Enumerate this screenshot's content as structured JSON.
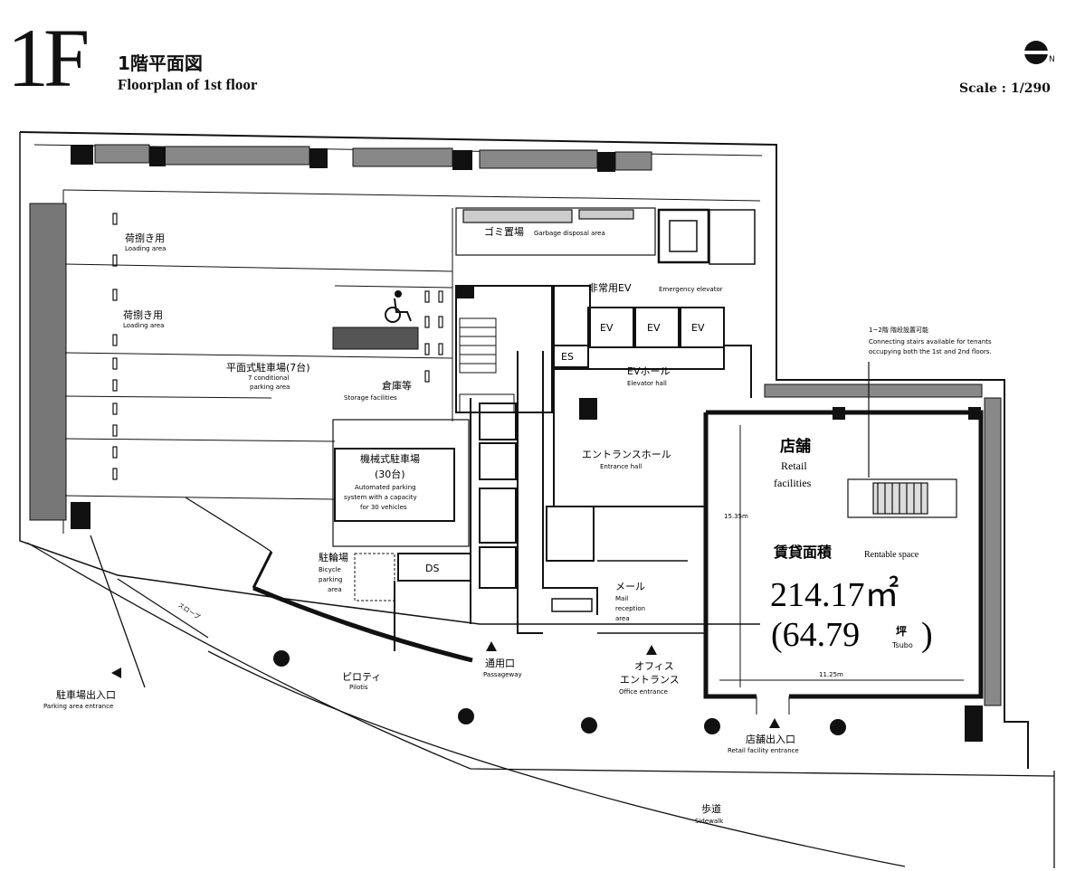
{
  "header": {
    "floor": "1F",
    "title_ja": "1階平面図",
    "title_en": "Floorplan of 1st floor",
    "scale": "Scale : 1/290"
  },
  "rooms": {
    "loading1_ja": "荷捌き用",
    "loading1_en": "Loading area",
    "loading2_ja": "荷捌き用",
    "loading2_en": "Loading area",
    "garbage_ja": "ゴミ置場",
    "garbage_en": "Garbage disposal area",
    "emergency_ev_ja": "非常用EV",
    "emergency_ev_en": "Emergency elevator",
    "ev": "EV",
    "es": "ES",
    "ev_hall_ja": "EVホール",
    "ev_hall_en": "Elevator hall",
    "parking_ja": "平面式駐車場(7台)",
    "parking_en1": "7 conditional",
    "parking_en2": "parking area",
    "storage_ja": "倉庫等",
    "storage_en": "Storage facilities",
    "auto_parking_ja1": "機械式駐車場",
    "auto_parking_ja2": "(30台)",
    "auto_parking_en1": "Automated parking",
    "auto_parking_en2": "system with a capacity",
    "auto_parking_en3": "for 30 vehicles",
    "entrance_hall_ja": "エントランスホール",
    "entrance_hall_en": "Entrance hall",
    "bicycle_ja": "駐輪場",
    "bicycle_en1": "Bicycle",
    "bicycle_en2": "parking",
    "bicycle_en3": "area",
    "ds": "DS",
    "mail_ja": "メール",
    "mail_en1": "Mail",
    "mail_en2": "reception",
    "mail_en3": "area",
    "retail_ja": "店舗",
    "retail_en1": "Retail",
    "retail_en2": "facilities",
    "connecting_ja": "1~2階 階段設置可能",
    "connecting_en1": "Connecting stairs available for tenants",
    "connecting_en2": "occupying both the 1st and 2nd floors.",
    "rentable_ja": "賃貸面積",
    "rentable_en": "Rentable space",
    "area_m2": "214.17㎡",
    "area_tsubo_open": "(64.79",
    "tsubo_ja": "坪",
    "tsubo_en": "Tsubo",
    "area_tsubo_close": ")",
    "dim_vertical": "15.35m",
    "dim_horizontal": "11.25m",
    "pilotis_ja": "ピロティ",
    "pilotis_en": "Pilotis",
    "passage_ja": "通用口",
    "passage_en": "Passageway",
    "office_ja1": "オフィス",
    "office_ja2": "エントランス",
    "office_en": "Office entrance",
    "retail_ent_ja": "店舗出入口",
    "retail_ent_en": "Retail facility entrance",
    "parking_ent_ja": "駐車場出入口",
    "parking_ent_en": "Parking area entrance",
    "sidewalk_ja": "歩道",
    "sidewalk_en": "Sidewalk",
    "slope": "スロープ"
  }
}
